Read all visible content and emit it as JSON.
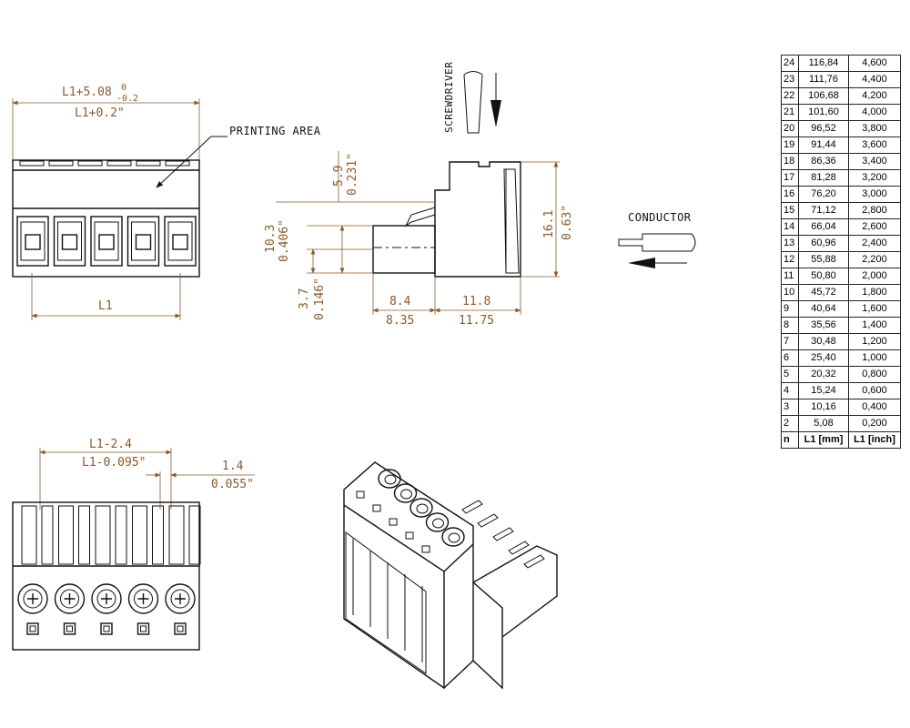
{
  "dims": {
    "top_width_formula": "L1+5.08",
    "top_tol_upper": "0",
    "top_tol_lower": "-0.2",
    "top_width_inch": "L1+0.2\"",
    "l1": "L1",
    "d_5_9": "5.9",
    "d_0_231": "0.231\"",
    "d_10_3": "10.3",
    "d_0_406": "0.406\"",
    "d_3_7": "3.7",
    "d_0_146": "0.146\"",
    "d_16_1": "16.1",
    "d_0_63": "0.63\"",
    "d_8_4": "8.4",
    "d_8_35": "8.35",
    "d_11_8": "11.8",
    "d_11_75": "11.75",
    "bottom_span_mm": "L1-2.4",
    "bottom_span_inch": "L1-0.095\"",
    "d_1_4": "1.4",
    "d_0_055": "0.055\""
  },
  "labels": {
    "printing_area": "PRINTING AREA",
    "screwdriver": "SCREWDRIVER",
    "conductor": "CONDUCTOR"
  },
  "table": {
    "headers": [
      "n",
      "L1 [mm]",
      "L1 [inch]"
    ],
    "rows": [
      [
        "24",
        "116,84",
        "4,600"
      ],
      [
        "23",
        "111,76",
        "4,400"
      ],
      [
        "22",
        "106,68",
        "4,200"
      ],
      [
        "21",
        "101,60",
        "4,000"
      ],
      [
        "20",
        "96,52",
        "3,800"
      ],
      [
        "19",
        "91,44",
        "3,600"
      ],
      [
        "18",
        "86,36",
        "3,400"
      ],
      [
        "17",
        "81,28",
        "3,200"
      ],
      [
        "16",
        "76,20",
        "3,000"
      ],
      [
        "15",
        "71,12",
        "2,800"
      ],
      [
        "14",
        "66,04",
        "2,600"
      ],
      [
        "13",
        "60,96",
        "2,400"
      ],
      [
        "12",
        "55,88",
        "2,200"
      ],
      [
        "11",
        "50,80",
        "2,000"
      ],
      [
        "10",
        "45,72",
        "1,800"
      ],
      [
        "9",
        "40,64",
        "1,600"
      ],
      [
        "8",
        "35,56",
        "1,400"
      ],
      [
        "7",
        "30,48",
        "1,200"
      ],
      [
        "6",
        "25,40",
        "1,000"
      ],
      [
        "5",
        "20,32",
        "0,800"
      ],
      [
        "4",
        "15,24",
        "0,600"
      ],
      [
        "3",
        "10,16",
        "0,400"
      ],
      [
        "2",
        "5,08",
        "0,200"
      ]
    ]
  }
}
